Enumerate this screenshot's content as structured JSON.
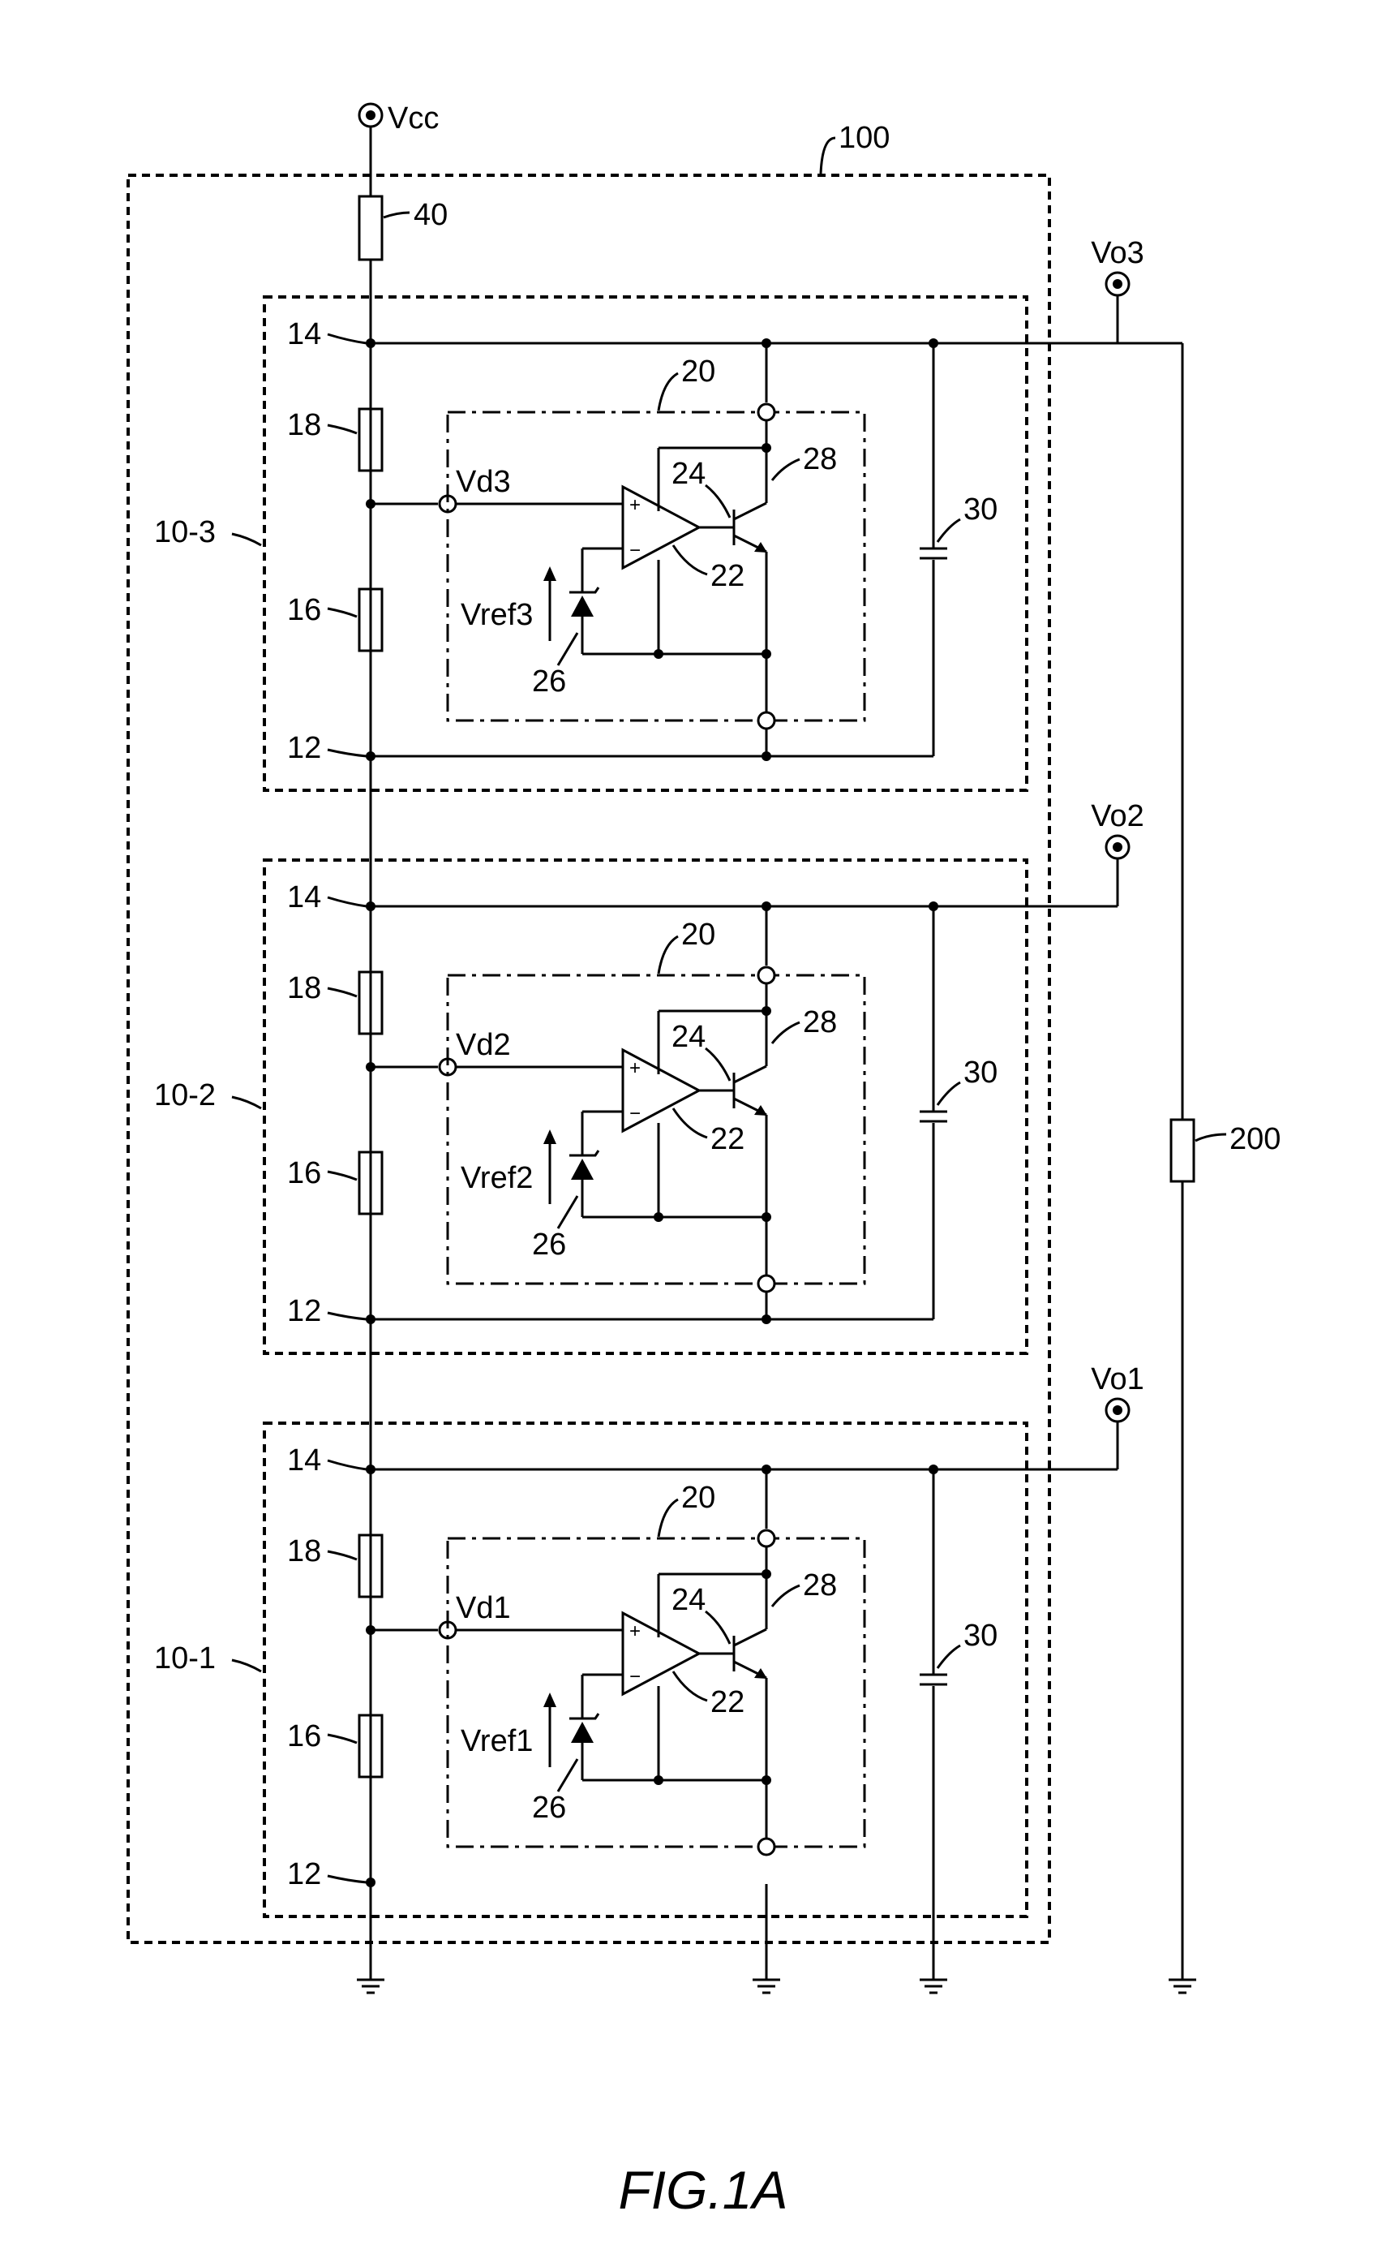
{
  "labels": {
    "vcc": "Vcc",
    "outer_module": "100",
    "resistor_40": "40",
    "load_resistor": "200",
    "fig_caption": "FIG.1A"
  },
  "cells": [
    {
      "id": "10-3",
      "terminal_high": "14",
      "terminal_low": "12",
      "resistor_upper": "18",
      "resistor_lower": "16",
      "regulator": "20",
      "opamp": "22",
      "transistor_base": "24",
      "reference_diode": "26",
      "transistor": "28",
      "capacitor": "30",
      "divider_node": "Vd3",
      "reference_voltage": "Vref3",
      "output_terminal": "Vo3"
    },
    {
      "id": "10-2",
      "terminal_high": "14",
      "terminal_low": "12",
      "resistor_upper": "18",
      "resistor_lower": "16",
      "regulator": "20",
      "opamp": "22",
      "transistor_base": "24",
      "reference_diode": "26",
      "transistor": "28",
      "capacitor": "30",
      "divider_node": "Vd2",
      "reference_voltage": "Vref2",
      "output_terminal": "Vo2"
    },
    {
      "id": "10-1",
      "terminal_high": "14",
      "terminal_low": "12",
      "resistor_upper": "18",
      "resistor_lower": "16",
      "regulator": "20",
      "opamp": "22",
      "transistor_base": "24",
      "reference_diode": "26",
      "transistor": "28",
      "capacitor": "30",
      "divider_node": "Vd1",
      "reference_voltage": "Vref1",
      "output_terminal": "Vo1"
    }
  ]
}
